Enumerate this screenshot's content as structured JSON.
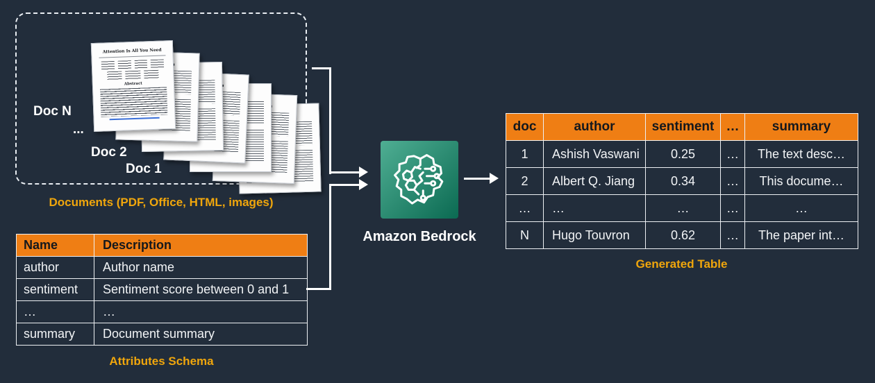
{
  "colors": {
    "background": "#222D3B",
    "table_header_orange": "#EF7E14",
    "caption_gold": "#F0A60C",
    "arrow_white": "#FFFFFF",
    "bedrock_gradient_start": "#4FAE93",
    "bedrock_gradient_end": "#0B6A52"
  },
  "documents_group": {
    "caption": "Documents (PDF, Office, HTML, images)",
    "doc_labels": [
      "Doc N",
      "...",
      "Doc 2",
      "Doc 1"
    ],
    "front_paper_title": "Attention Is All You Need",
    "front_paper_abstract_label": "Abstract"
  },
  "schema_table": {
    "caption": "Attributes Schema",
    "headers": [
      "Name",
      "Description"
    ],
    "rows": [
      [
        "author",
        "Author name"
      ],
      [
        "sentiment",
        "Sentiment score between 0 and 1"
      ],
      [
        "…",
        "…"
      ],
      [
        "summary",
        "Document summary"
      ]
    ]
  },
  "bedrock": {
    "label": "Amazon Bedrock",
    "icon": "bedrock-brain-icon"
  },
  "generated_table": {
    "caption": "Generated Table",
    "headers": [
      "doc",
      "author",
      "sentiment",
      "…",
      "summary"
    ],
    "rows": [
      [
        "1",
        "Ashish Vaswani",
        "0.25",
        "…",
        "The text desc…"
      ],
      [
        "2",
        "Albert Q. Jiang",
        "0.34",
        "…",
        "This docume…"
      ],
      [
        "…",
        "…",
        "…",
        "…",
        "…"
      ],
      [
        "N",
        "Hugo Touvron",
        "0.62",
        "…",
        "The paper int…"
      ]
    ]
  }
}
